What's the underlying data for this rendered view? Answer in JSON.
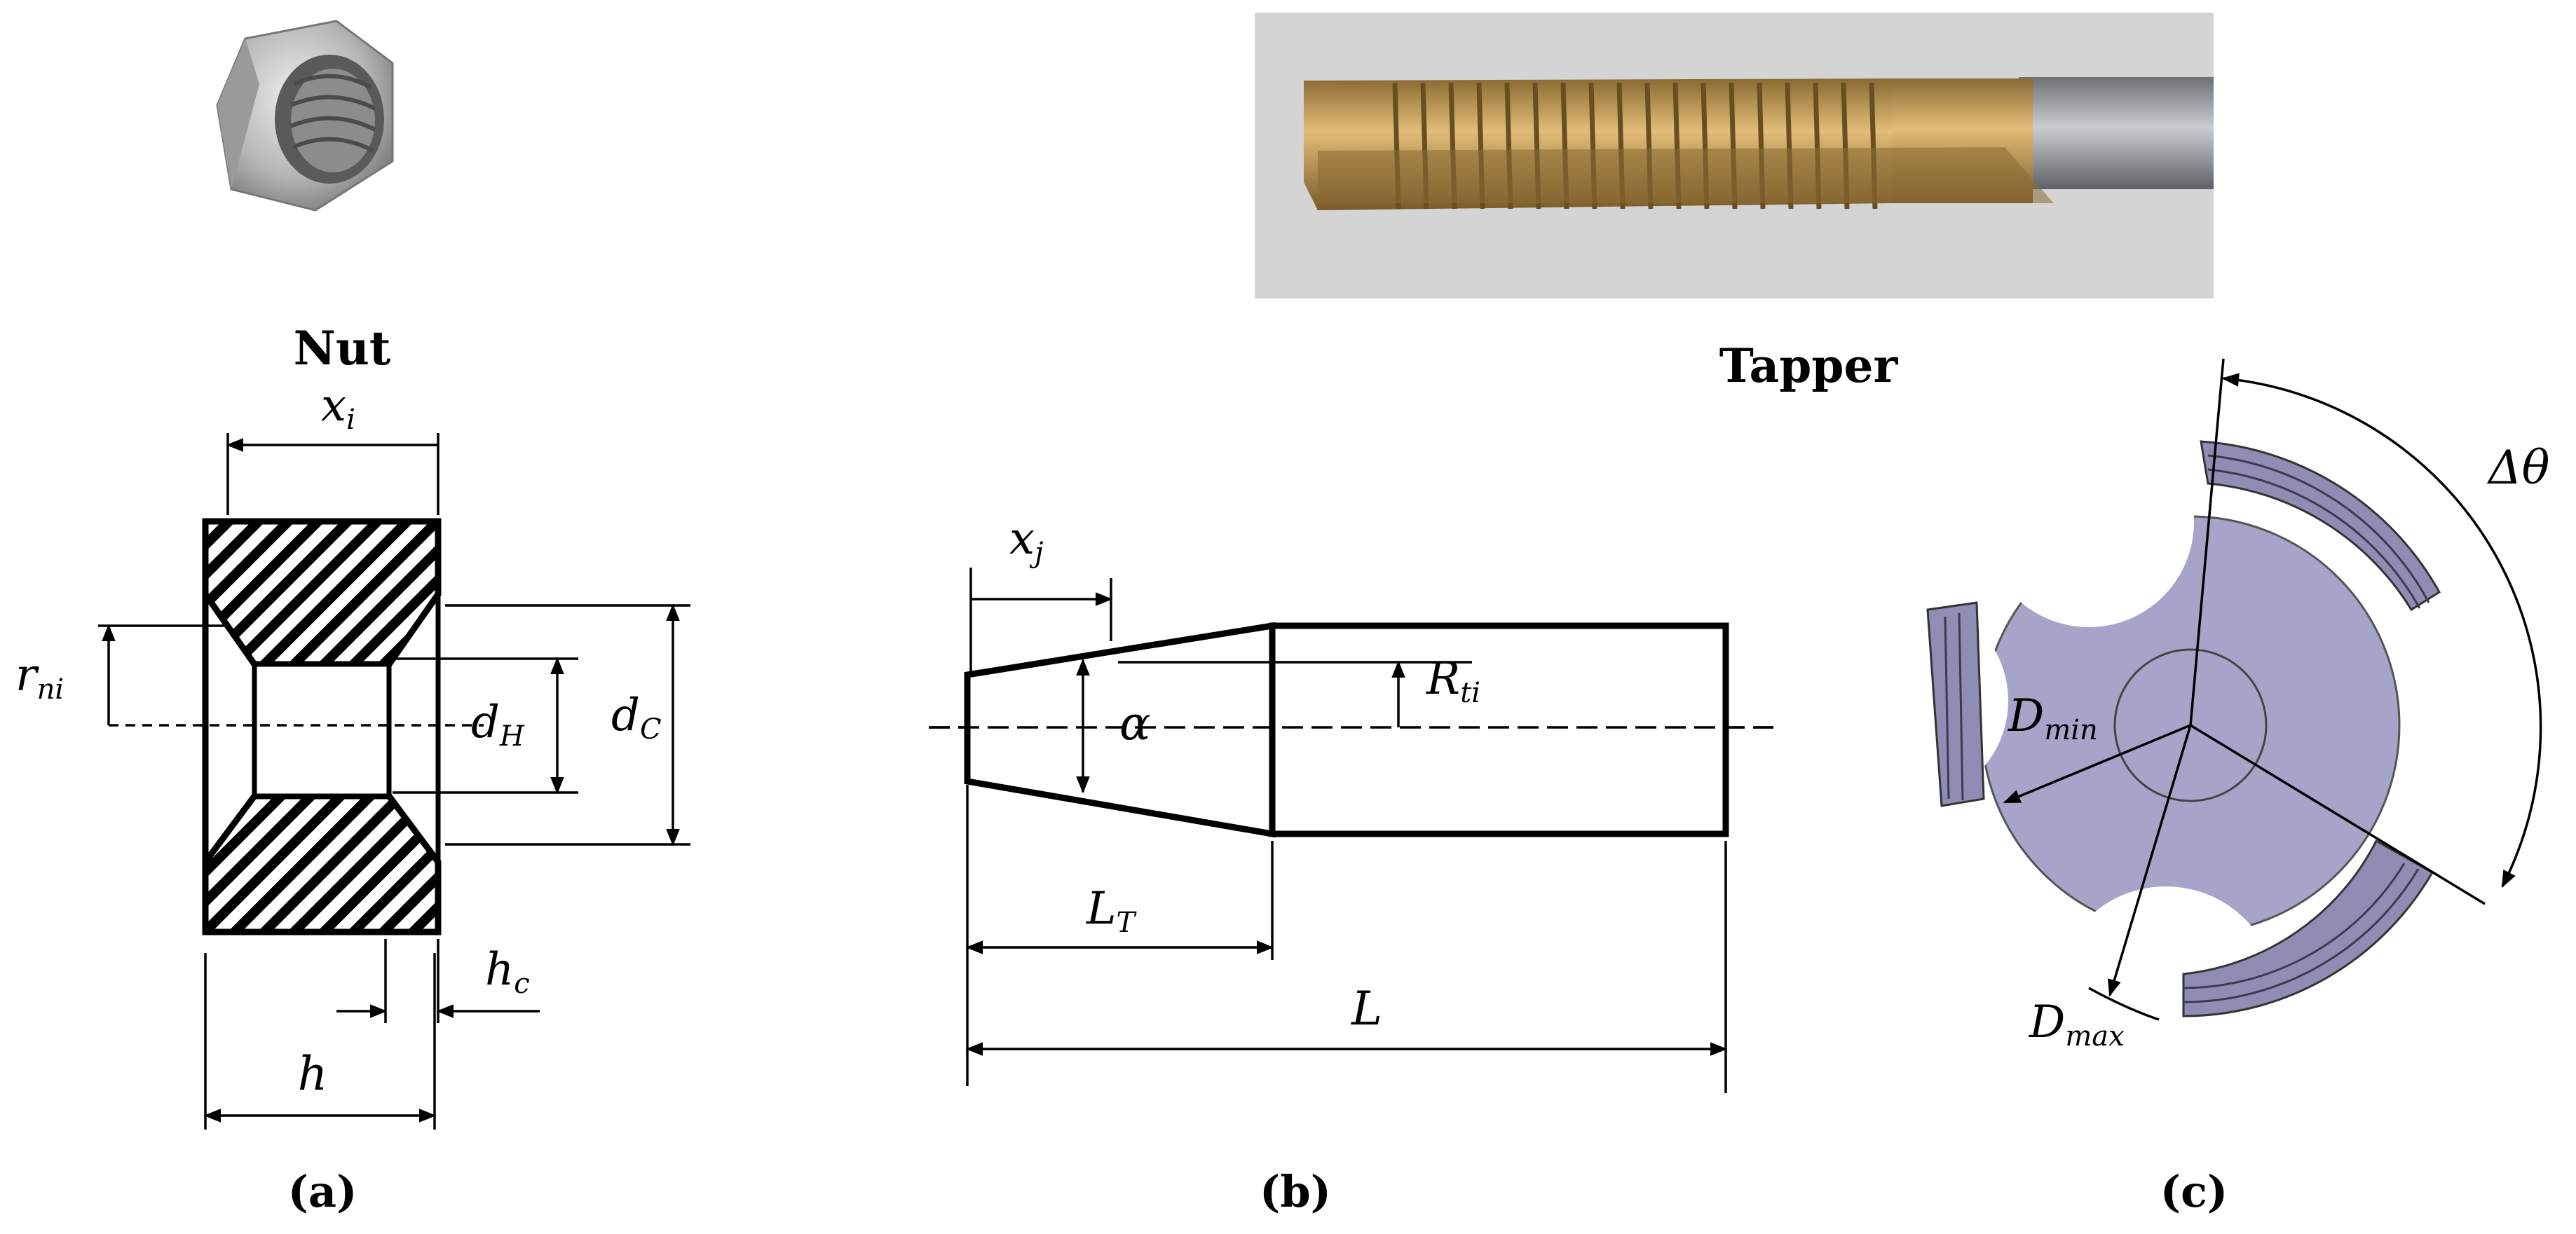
{
  "titles": {
    "nut": "Nut",
    "tapper": "Tapper"
  },
  "panels": {
    "a": "(a)",
    "b": "(b)",
    "c": "(c)"
  },
  "nut_labels": {
    "x": "x",
    "x_sub": "i",
    "r": "r",
    "r_sub": "ni",
    "dH": "d",
    "dH_sub": "H",
    "dC": "d",
    "dC_sub": "C",
    "hc": "h",
    "hc_sub": "c",
    "h": "h"
  },
  "tap_labels": {
    "x": "x",
    "x_sub": "j",
    "alpha": "α",
    "R": "R",
    "R_sub": "ti",
    "LT": "L",
    "LT_sub": "T",
    "L": "L"
  },
  "section_labels": {
    "dtheta": "Δθ",
    "Dmin": "D",
    "Dmin_sub": "min",
    "Dmax": "D",
    "Dmax_sub": "max"
  },
  "colors": {
    "line": "#000000",
    "disc": "#a6a4c8",
    "flute_band": "#9e9cc0",
    "nut_metal": "#b9b9b9",
    "tap_gold": "#c9a15a",
    "tap_shank": "#9aa0a4",
    "photo_bg": "#d6d6d6"
  }
}
